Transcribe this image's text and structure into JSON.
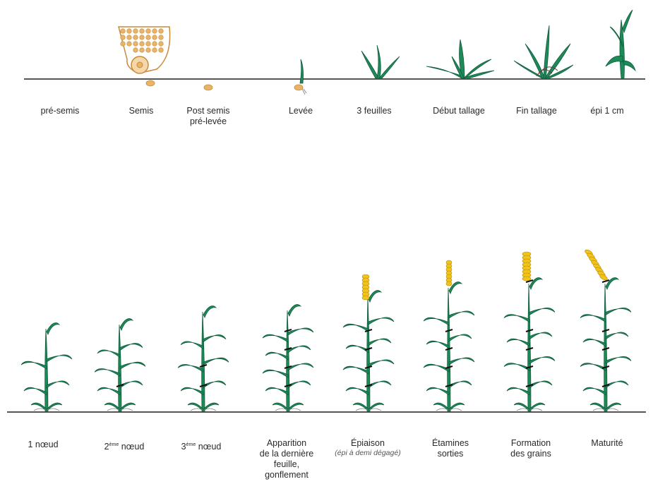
{
  "colors": {
    "leaf": "#1e8a5a",
    "leaf_dark": "#0f5c3a",
    "seed": "#e8b468",
    "seed_dark": "#c98a3a",
    "ear": "#f0c419",
    "ear_dark": "#b88a0c",
    "stem_node": "#111111",
    "ground": "#555555"
  },
  "row1": {
    "stages": [
      {
        "id": "pre-semis",
        "label": "pré-semis",
        "label2": ""
      },
      {
        "id": "semis",
        "label": "Semis",
        "label2": ""
      },
      {
        "id": "post-semis",
        "label": "Post semis",
        "label2": "pré-levée"
      },
      {
        "id": "levee",
        "label": "Levée",
        "label2": ""
      },
      {
        "id": "3-feuilles",
        "label": "3 feuilles",
        "label2": ""
      },
      {
        "id": "debut-tallage",
        "label": "Début tallage",
        "label2": ""
      },
      {
        "id": "fin-tallage",
        "label": "Fin tallage",
        "label2": ""
      },
      {
        "id": "epi-1cm",
        "label": "épi 1 cm",
        "label2": ""
      }
    ]
  },
  "row2": {
    "stages": [
      {
        "id": "1-noeud",
        "label": "1 nœud",
        "label2": "",
        "sub": ""
      },
      {
        "id": "2-noeud",
        "label": "2ème nœud",
        "label2": "",
        "sub": ""
      },
      {
        "id": "3-noeud",
        "label": "3ème nœud",
        "label2": "",
        "sub": ""
      },
      {
        "id": "apparition",
        "label": "Apparition",
        "label2": "de la dernière",
        "label3": "feuille,",
        "label4": "gonflement",
        "sub": ""
      },
      {
        "id": "epiaison",
        "label": "Épiaison",
        "label2": "",
        "sub": "(épi à demi dégagé)"
      },
      {
        "id": "etamines",
        "label": "Étamines",
        "label2": "sorties",
        "sub": ""
      },
      {
        "id": "formation",
        "label": "Formation",
        "label2": "des grains",
        "sub": ""
      },
      {
        "id": "maturite",
        "label": "Maturité",
        "label2": "",
        "sub": ""
      }
    ]
  }
}
